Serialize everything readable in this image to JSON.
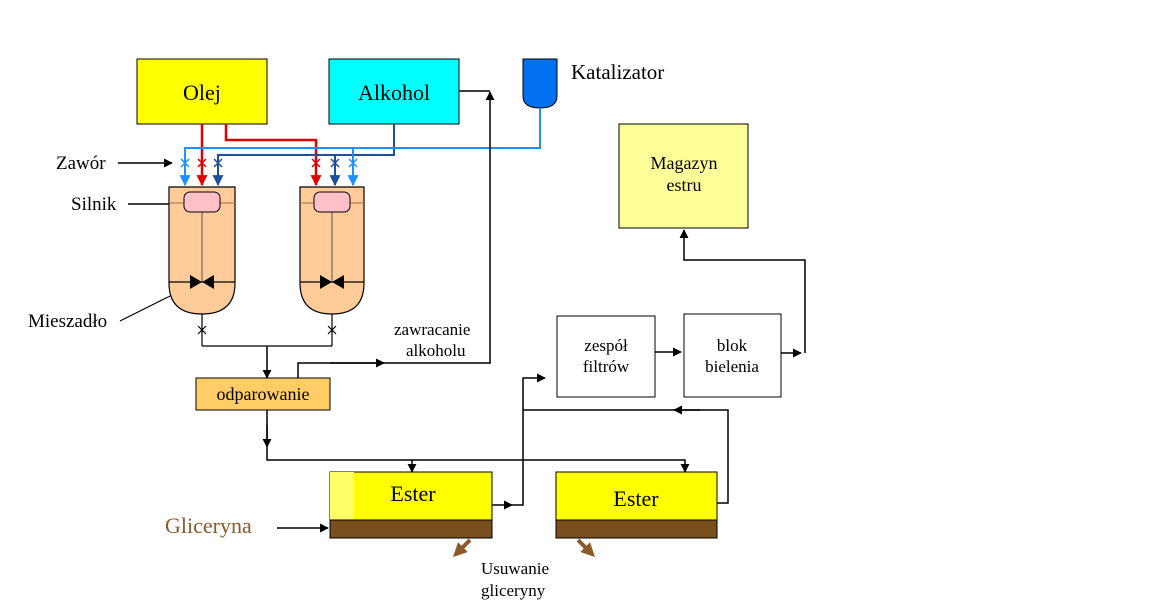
{
  "labels": {
    "oil": "Olej",
    "alcohol": "Alkohol",
    "catalyst": "Katalizator",
    "valve": "Zawór",
    "motor": "Silnik",
    "mixer": "Mieszadło",
    "evaporation": "odparowanie",
    "alcohol_return_1": "zawracanie",
    "alcohol_return_2": "alkoholu",
    "filter_unit_1": "zespół",
    "filter_unit_2": "filtrów",
    "bleaching_1": "blok",
    "bleaching_2": "bielenia",
    "storage_1": "Magazyn",
    "storage_2": "estru",
    "ester_left": "Ester",
    "ester_right": "Ester",
    "glycerin": "Gliceryna",
    "glycerin_removal_1": "Usuwanie",
    "glycerin_removal_2": "gliceryny"
  },
  "colors": {
    "oil_box": "#ffff00",
    "alcohol_box": "#00ffff",
    "catalyst": "#0070f0",
    "oil_line": "#e00000",
    "alcohol_line": "#1e6fb0",
    "catalyst_line": "#1e90ff",
    "reactor": "#ffcc99",
    "motor": "#ffc0c8",
    "evaporation": "#ffcc66",
    "storage": "#ffff99",
    "ester_tank": "#ffff00",
    "glycerin_layer": "#7a4f1e",
    "glycerin_text": "#8b5a2b"
  }
}
